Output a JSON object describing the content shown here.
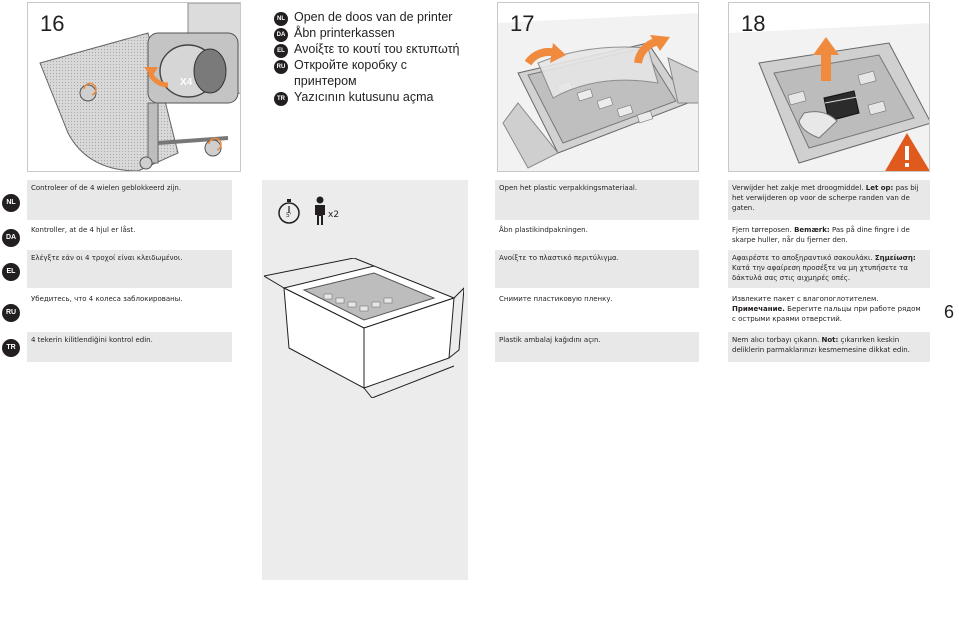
{
  "steps": {
    "s16": "16",
    "s17": "17",
    "s18": "18"
  },
  "x4_label": "X4",
  "header": {
    "items": [
      {
        "code": "NL",
        "text": "Open de doos van de printer"
      },
      {
        "code": "DA",
        "text": "Åbn printerkassen"
      },
      {
        "code": "EL",
        "text": "Ανοίξτε το κουτί του εκτυπωτή"
      },
      {
        "code": "RU",
        "text": "Откройте коробку с"
      },
      {
        "code": "",
        "text": "принтером"
      },
      {
        "code": "TR",
        "text": "Yazıcının kutusunu açma"
      }
    ]
  },
  "time_label": "5'",
  "people_label": "x2",
  "lang_codes": [
    "NL",
    "DA",
    "EL",
    "RU",
    "TR"
  ],
  "col16": [
    "Controleer of de 4 wielen geblokkeerd zijn.",
    "Kontroller, at de 4 hjul er låst.",
    "Ελέγξτε εάν οι 4 τροχοί είναι κλειδωμένοι.",
    "Убедитесь, что 4 колеса заблокированы.",
    "4 tekerin kilitlendiğini kontrol edin."
  ],
  "col17": [
    "Open het plastic verpakkingsmateriaal.",
    "Åbn plastikindpakningen.",
    "Ανοίξτε το πλαστικό περιτύλιγμα.",
    "Снимите пластиковую пленку.",
    "Plastik ambalaj kağıdını açın."
  ],
  "col18": [
    {
      "pre": "Verwijder het zakje met droogmiddel.",
      "bold": "Let op:",
      "post": "pas bij het verwijderen op voor de scherpe randen van de gaten."
    },
    {
      "pre": "Fjern tørreposen.",
      "bold": "Bemærk:",
      "post": "Pas på dine fingre i de skarpe huller, når du fjerner den."
    },
    {
      "pre": "Αφαιρέστε το αποξηραντικό σακουλάκι.",
      "bold": "Σημείωση:",
      "post": "Κατά την αφαίρεση προσέξτε να μη χτυπήσετε τα δάκτυλά σας στις αιχμηρές οπές."
    },
    {
      "pre": "Извлеките пакет с влагопоглотителем.",
      "bold": "Примечание.",
      "post": "Берегите пальцы при работе рядом с острыми краями отверстий."
    },
    {
      "pre": "Nem alıcı torbayı çıkarın.",
      "bold": "Not:",
      "post": "çıkarırken keskin deliklerin parmaklarınızı kesmemesine dikkat edin."
    }
  ],
  "page_number": "6",
  "colors": {
    "arrow": "#f08a3c",
    "warning": "#e05a1e",
    "badge": "#231f20",
    "grey_box": "#e8e8e8"
  }
}
